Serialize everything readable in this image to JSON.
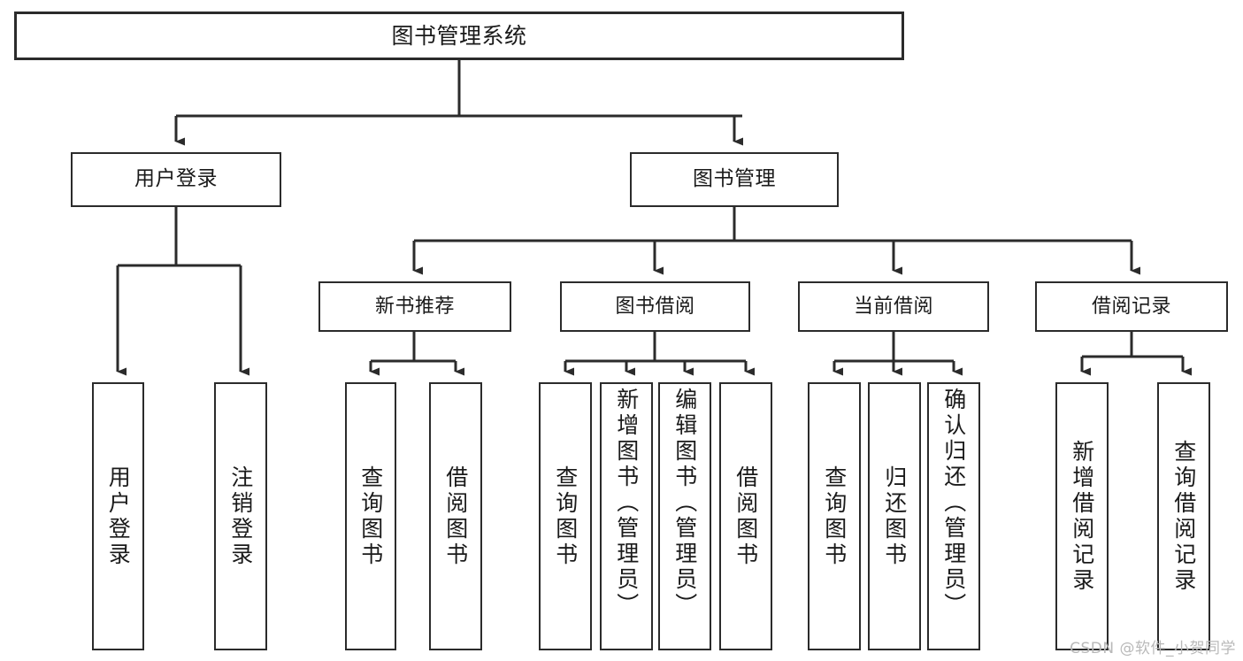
{
  "diagram": {
    "title": "图书管理系统",
    "watermark": "CSDN @软件_小贺同学",
    "nodes": {
      "root": {
        "label": "图书管理系统"
      },
      "level2": [
        {
          "id": "user-login",
          "label": "用户登录"
        },
        {
          "id": "book-manage",
          "label": "图书管理"
        }
      ],
      "level3": [
        {
          "id": "new-book-recommend",
          "label": "新书推荐"
        },
        {
          "id": "book-borrow",
          "label": "图书借阅"
        },
        {
          "id": "current-borrow",
          "label": "当前借阅"
        },
        {
          "id": "borrow-record",
          "label": "借阅记录"
        }
      ],
      "leaves": {
        "user_login": [
          {
            "id": "leaf-user-login",
            "label": "用户登录"
          },
          {
            "id": "leaf-logout",
            "label": "注销登录"
          }
        ],
        "new_book_recommend": [
          {
            "id": "leaf-query-book-1",
            "label": "查询图书"
          },
          {
            "id": "leaf-borrow-book-1",
            "label": "借阅图书"
          }
        ],
        "book_borrow": [
          {
            "id": "leaf-query-book-2",
            "label": "查询图书"
          },
          {
            "id": "leaf-add-book",
            "label": "新增图书（管理员）"
          },
          {
            "id": "leaf-edit-book",
            "label": "编辑图书（管理员）"
          },
          {
            "id": "leaf-borrow-book-2",
            "label": "借阅图书"
          }
        ],
        "current_borrow": [
          {
            "id": "leaf-query-book-3",
            "label": "查询图书"
          },
          {
            "id": "leaf-return-book",
            "label": "归还图书"
          },
          {
            "id": "leaf-confirm-return",
            "label": "确认归还（管理员）"
          }
        ],
        "borrow_record": [
          {
            "id": "leaf-add-record",
            "label": "新增借阅记录"
          },
          {
            "id": "leaf-query-record",
            "label": "查询借阅记录"
          }
        ]
      }
    },
    "colors": {
      "stroke": "#2b2b2b",
      "fill": "#ffffff",
      "text": "#1a1a1a",
      "watermark": "#b9b9b9"
    }
  }
}
